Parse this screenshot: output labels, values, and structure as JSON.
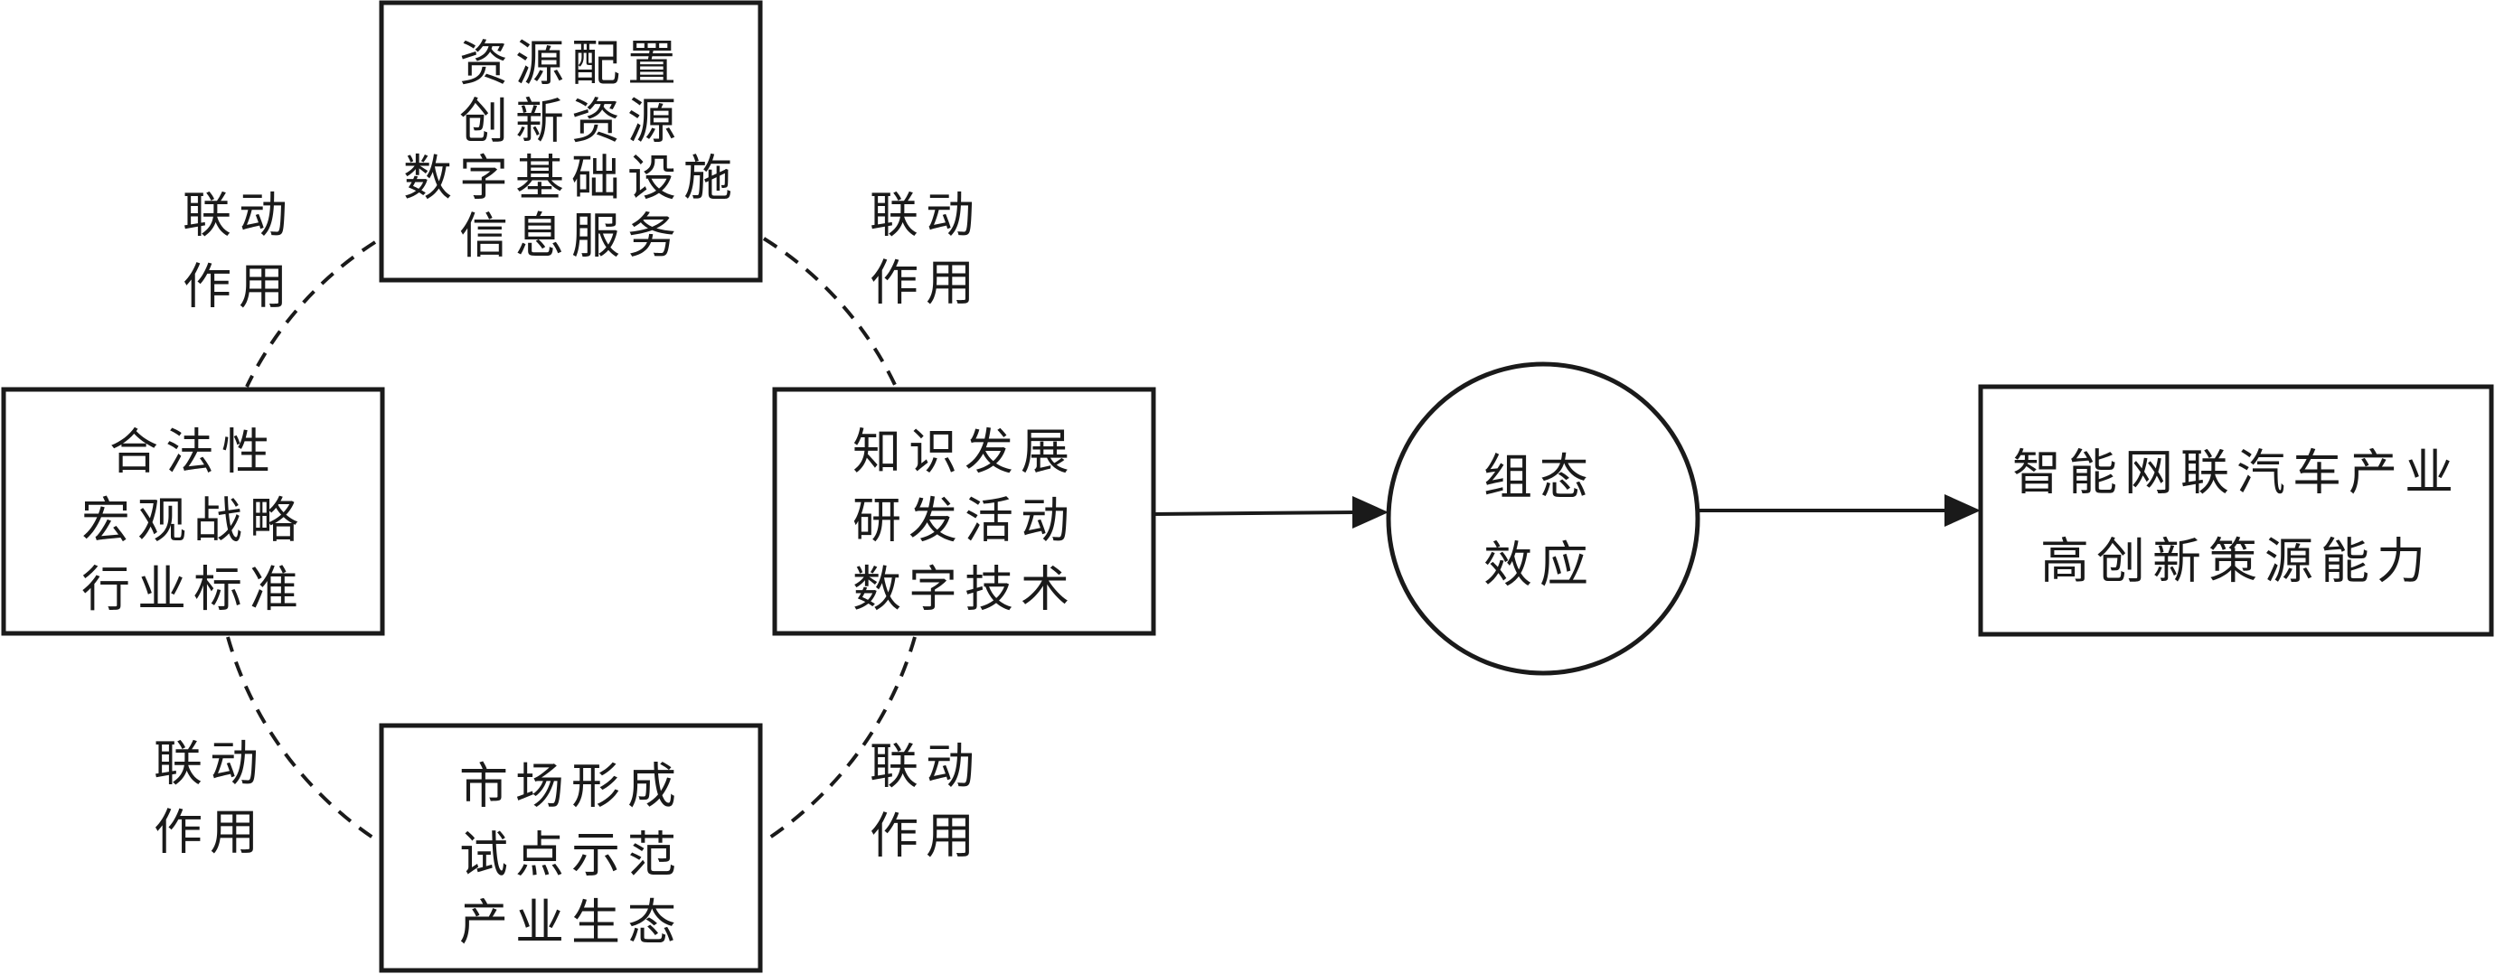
{
  "nodes": {
    "resources": {
      "lines": [
        "资源配置",
        "创新资源",
        "数字基础设施",
        "信息服务"
      ]
    },
    "institutions": {
      "lines": [
        "合法性",
        "宏观战略",
        "行业标准"
      ]
    },
    "technology": {
      "lines": [
        "知识发展",
        "研发活动",
        "数字技术"
      ]
    },
    "market": {
      "lines": [
        "市场形成",
        "试点示范",
        "产业生态"
      ]
    },
    "configuration": {
      "lines": [
        "组态",
        "效应"
      ]
    },
    "outcome": {
      "lines": [
        "智能网联汽车产业",
        "高创新策源能力"
      ]
    }
  },
  "links": [
    {
      "line1": "联动",
      "line2": "作用"
    },
    {
      "line1": "联动",
      "line2": "作用"
    },
    {
      "line1": "联动",
      "line2": "作用"
    },
    {
      "line1": "联动",
      "line2": "作用"
    }
  ],
  "colors": {
    "stroke": "#1a1a1a",
    "background": "#ffffff"
  }
}
